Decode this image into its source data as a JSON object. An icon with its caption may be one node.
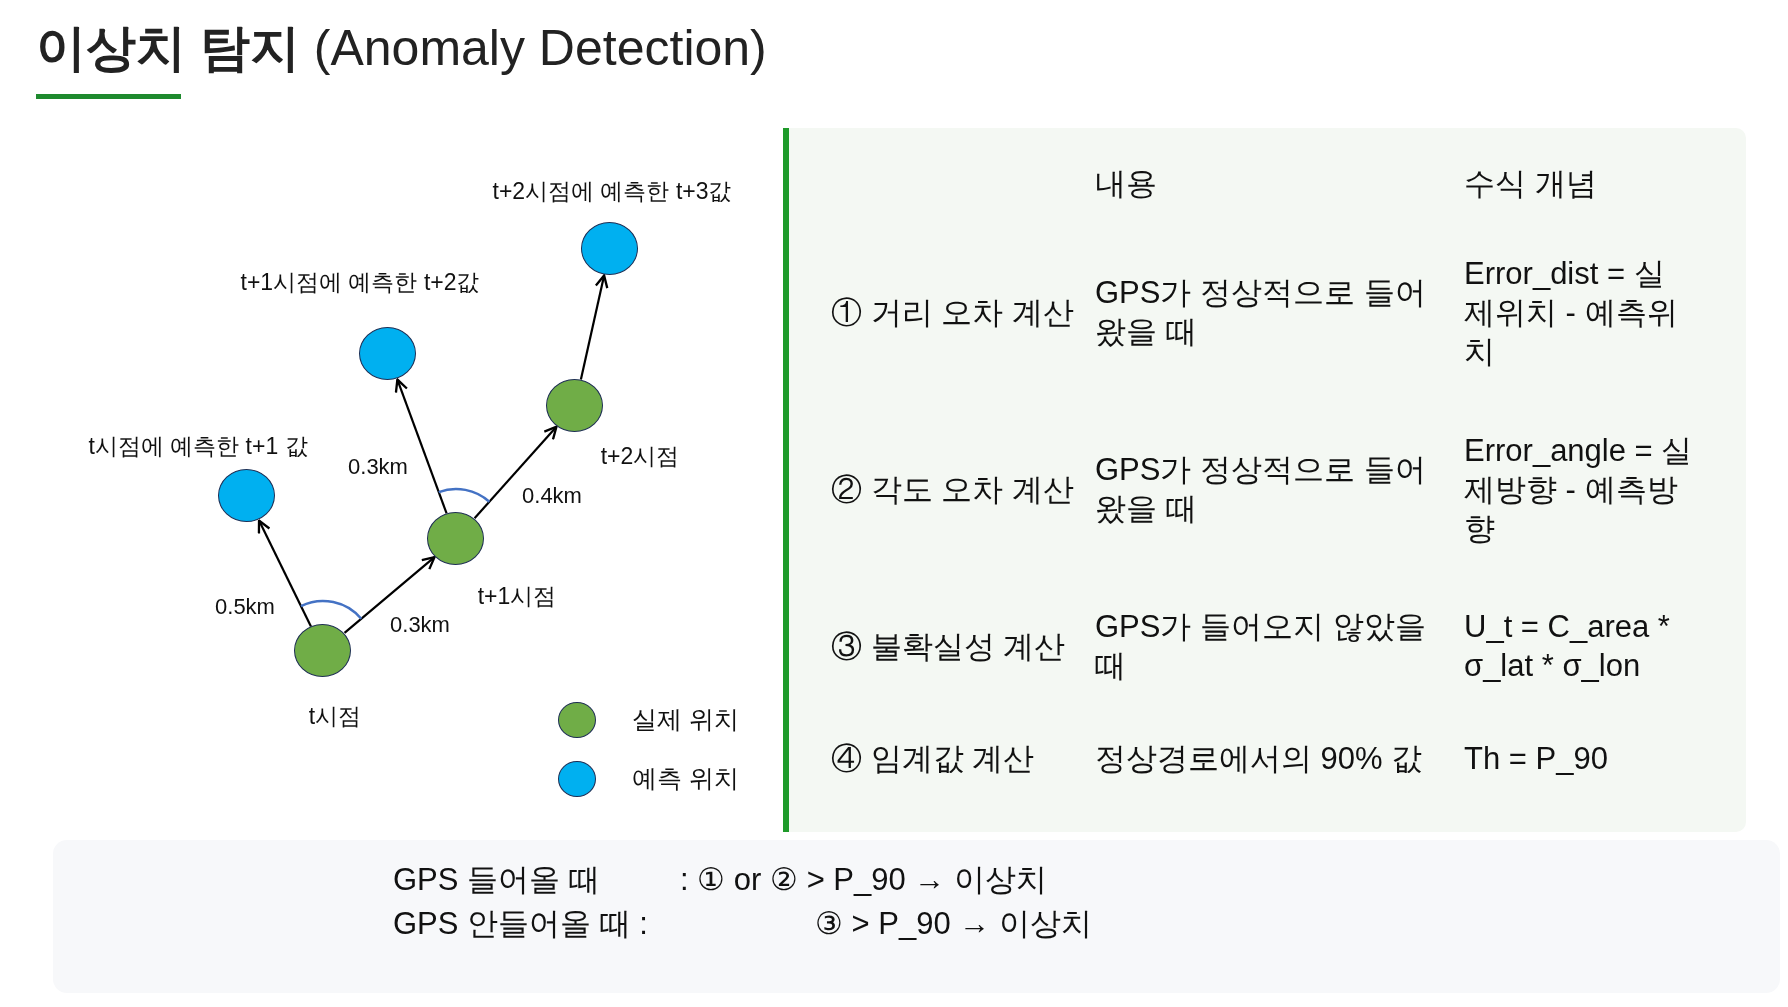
{
  "diagram": {
    "title": "**이상치 탐지** (Anomaly Detection)",
    "nodes": [
      {
        "text": [],
        "shape": "circle",
        "beside": [
          "t시점"
        ]
      },
      {
        "text": [],
        "shape": "circle",
        "beside": [
          "t+1시점"
        ]
      },
      {
        "text": [],
        "shape": "circle",
        "beside": [
          "t+2시점"
        ]
      },
      {
        "text": [],
        "shape": "circle",
        "beside": [
          "t시점에 예측한 t+1 값"
        ]
      },
      {
        "text": [],
        "shape": "circle",
        "beside": [
          "t+1시점에 예측한 t+2값"
        ]
      },
      {
        "text": [],
        "shape": "circle",
        "beside": [
          "t+2시점에 예측한 t+3값"
        ]
      },
      {
        "text": [
          "GPS 들어올 때",
          ": ① or ② > P_90 → 이상치",
          "GPS 안들어올 때 :",
          "③ > P_90 → 이상치"
        ]
      }
    ],
    "edges": [
      {
        "from": 0,
        "to": 3,
        "arrow": "to",
        "label": "0.5km"
      },
      {
        "from": 0,
        "to": 1,
        "arrow": "to",
        "label": "0.3km"
      },
      {
        "from": 1,
        "to": 4,
        "arrow": "to",
        "label": "0.3km"
      },
      {
        "from": 1,
        "to": 2,
        "arrow": "to",
        "label": "0.4km"
      },
      {
        "from": 2,
        "to": 5,
        "arrow": "to"
      }
    ],
    "labels": [
      "내용",
      "수식 개념",
      "① 거리 오차 계산",
      "GPS가 정상적으로 들어왔을 때",
      "Error_dist = 실제위치 - 예측위치",
      "② 각도 오차 계산",
      "GPS가 정상적으로 들어왔을 때",
      "Error_angle = 실제방향 - 예측방향",
      "③ 불확실성 계산",
      "GPS가 들어오지 않았을 때",
      "U_t = C_area * σ_lat * σ_lon",
      "④ 임계값 계산",
      "정상경로에서의 90% 값",
      "Th = P_90"
    ],
    "legend": [
      {
        "text": "실제 위치",
        "color": "#70ad47"
      },
      {
        "text": "예측 위치",
        "color": "#00b0f0"
      }
    ]
  }
}
